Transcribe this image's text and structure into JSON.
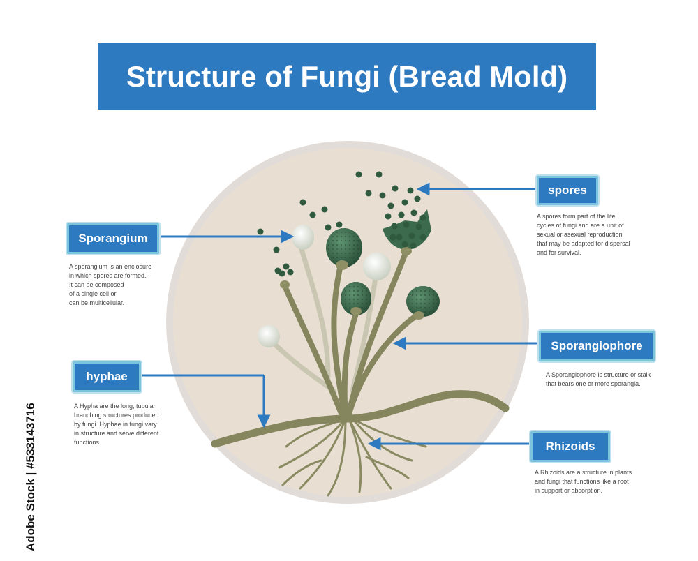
{
  "title": "Structure of Fungi (Bread Mold)",
  "labels": {
    "sporangium": "Sporangium",
    "spores": "spores",
    "hyphae": "hyphae",
    "sporangiophore": "Sporangiophore",
    "rhizoids": "Rhizoids"
  },
  "descriptions": {
    "sporangium": "A sporangium is an enclosure\nin which spores are formed.\nIt can be composed\nof a single cell or\ncan be multicellular.",
    "spores": "A spores form part of the life\ncycles of fungi and are a unit of\nsexual or asexual reproduction\nthat may be adapted for dispersal\nand for survival.",
    "hyphae": "A Hypha are the long, tubular\nbranching structures produced\nby fungi.  Hyphae in fungi vary\nin structure and serve different\nfunctions.",
    "sporangiophore": "A Sporangiophore is structure or stalk\nthat bears one or more sporangia.",
    "rhizoids": "A Rhizoids are a structure in plants\nand fungi that functions like a root\nin support or absorption."
  },
  "watermark": "Adobe Stock | #533143716",
  "colors": {
    "accent": "#2e7ac1",
    "label_border": "#7cc3dd",
    "circle_fill": "#e6ddd1",
    "circle_ring": "#dcd6d2",
    "stalk": "#8a8a62",
    "sporangium": "#3c6a4c",
    "spore": "#2f5a3e"
  }
}
